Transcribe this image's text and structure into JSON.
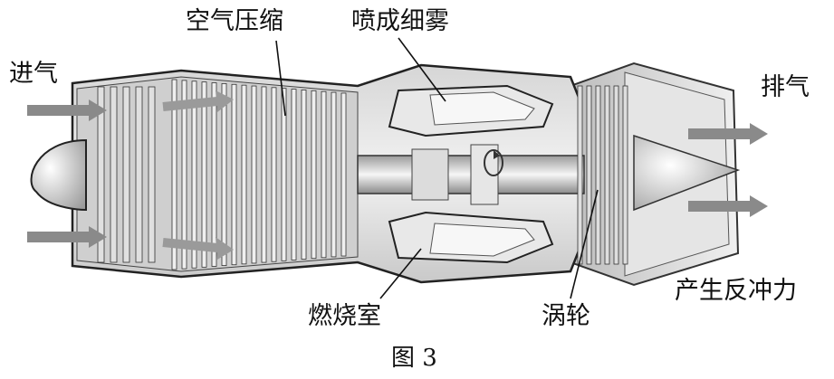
{
  "labels": {
    "intake": "进气",
    "compression": "空气压缩",
    "spray": "喷成细雾",
    "exhaust": "排气",
    "combustor": "燃烧室",
    "turbine": "涡轮",
    "thrust": "产生反冲力"
  },
  "caption": "图 3"
}
